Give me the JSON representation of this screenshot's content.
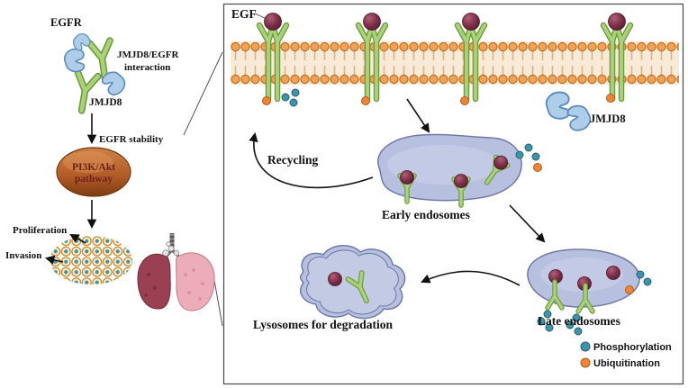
{
  "left": {
    "egfr": "EGFR",
    "interaction": [
      "JMJD8/EGFR",
      "interaction"
    ],
    "jmjd8": "JMJD8",
    "stability": "EGFR stability",
    "pathway": [
      "PI3K/Akt",
      "pathway"
    ],
    "proliferation": "Proliferation",
    "invasion": "Invasion"
  },
  "right": {
    "egf": "EGF",
    "jmjd8": "JMJD8",
    "recycling": "Recycling",
    "early_endosomes": "Early endosomes",
    "late_endosomes": "Late endosomes",
    "lysosomes": "Lysosomes for degradation",
    "legend": [
      {
        "label": "Phosphorylation",
        "color": "#3d93a8"
      },
      {
        "label": "Ubiquitination",
        "color": "#ef8436"
      }
    ]
  },
  "colors": {
    "phosphorylation_teal": "#3d93a8",
    "ubiquitination_orange": "#ef8436",
    "receptor_green": "#abd179",
    "egf_maroon": "#7e3048",
    "endosome_fill": "#b7c0de",
    "membrane_head_orange": "#f2a254",
    "jmjd8_blue": "#aecde8",
    "pathway_oval_brown": "#b05a25"
  }
}
